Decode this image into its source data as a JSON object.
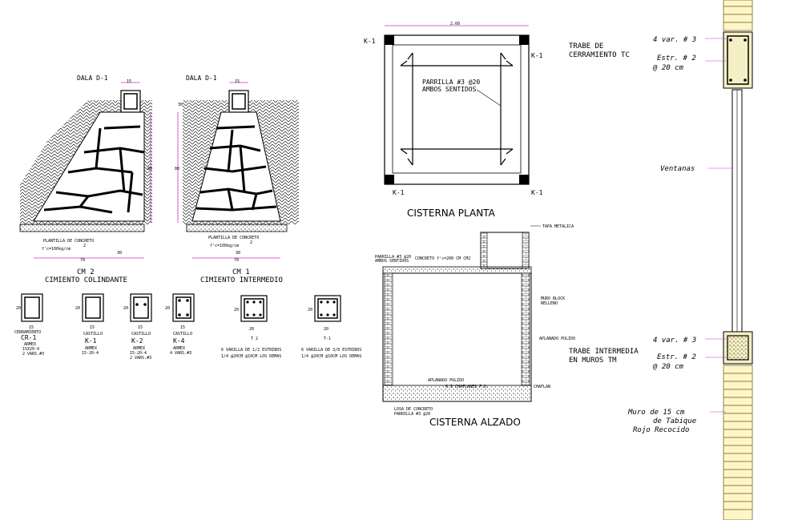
{
  "colors": {
    "line": "#000000",
    "dimension": "#cc33cc",
    "brick": "#fff6c8",
    "brick_stroke": "#7a6a30",
    "column_fill": "#f4efc4",
    "rebar": "#000000"
  },
  "footings": {
    "cm2": {
      "dala": "DALA D-1",
      "dim_top": "15",
      "dim_height": "80",
      "plantilla": "PLANTILLA DE CONCRETO",
      "plantilla_sub": "2",
      "fc": "f'c=100kg/cm",
      "dim_30": "30",
      "dim_70": "70",
      "title": "CM  2",
      "subtitle": "CIMIENTO  COLINDANTE"
    },
    "cm1": {
      "dala": "DALA D-1",
      "dim_top": "15",
      "dim_30": "30",
      "dim_height": "80",
      "plantilla": "PLANTILLA DE CONCRETO",
      "plantilla_sub": "2",
      "fc": "f'c=100kg/cm",
      "dim_bottom": "30",
      "dim_70": "70",
      "title": "CM  1",
      "subtitle": "CIMIENTO  INTERMEDIO"
    }
  },
  "sections": [
    {
      "name": "CERRAMIENTO",
      "code": "CR-1",
      "dim_h": "20",
      "dim_w": "15",
      "armado": [
        "ARMEX",
        "15X20-4",
        "2 VARS.#3"
      ]
    },
    {
      "name": "CASTILLO",
      "code": "K-1",
      "dim_h": "20",
      "dim_w": "15",
      "armado": [
        "ARMEX",
        "15-20-4"
      ]
    },
    {
      "name": "CASTILLO",
      "code": "K-2",
      "dim_h": "20",
      "dim_w": "15",
      "armado": [
        "ARMEX",
        "15-20-4",
        "2 VARS.#3"
      ]
    },
    {
      "name": "CASTILLO",
      "code": "K-4",
      "dim_h": "20",
      "dim_w": "15",
      "armado": [
        "ARMEX",
        "4 VARS.#3"
      ]
    }
  ],
  "trabes": [
    {
      "code": "T 2",
      "dim_h": "20",
      "dim_w": "20",
      "notes": [
        "6 VARILLA DE 1/2 ESTRIBOS",
        "1/4 @20CM  @10CM LOS DEMAS"
      ]
    },
    {
      "code": "T-1",
      "dim_h": "20",
      "dim_w": "20",
      "notes": [
        "6 VARILLA DE 3/8 ESTRIBOS",
        "1/4 @20CM  @10CM LOS DEMAS"
      ]
    }
  ],
  "cisterna_planta": {
    "dim_top": "2.60",
    "k_labels": [
      "K-1",
      "K-1",
      "K-1",
      "K-1"
    ],
    "parrilla": "PARRILLA #3 @20",
    "parrilla2": "AMBOS SENTIDOS",
    "title": "CISTERNA PLANTA"
  },
  "cisterna_alzado": {
    "tapa": "TAPA METALICA",
    "losa_left1": "PARRILLA #3 @20",
    "losa_left2": "AMBOS SENTIDOS",
    "losa_mid": "CONCRETO  f'c=200  CM CM2",
    "muro_right1": "MURO BLOCK",
    "muro_right2": "RELLENO",
    "aplanado_right": "APLANADO PULIDO",
    "aplanado_bottom": "APLANADO PULIDO",
    "firme": "6.5 CHAFLANES  F.D.",
    "chaflan": "CHAFLAN",
    "base_left1": "LOSA DE CONCRETO",
    "base_left2": "PARRILLA #3 @20",
    "title": "CISTERNA ALZADO"
  },
  "wall_detail": {
    "trabe_top_1": "TRABE DE",
    "trabe_top_2": "CERRAMIENTO TC",
    "vars_top": "4 var. # 3",
    "estr_top_1": "Estr. # 2",
    "estr_top_2": "@ 20 cm",
    "ventana": "Ventanas",
    "vars_mid": "4 var. # 3",
    "trabe_mid_1": "TRABE INTERMEDIA",
    "trabe_mid_2": "EN MUROS TM",
    "estr_mid_1": "Estr. # 2",
    "estr_mid_2": "@ 20 cm",
    "muro_1": "Muro de 15 cm",
    "muro_2": "de Tabique",
    "muro_3": "Rojo Recocido"
  }
}
